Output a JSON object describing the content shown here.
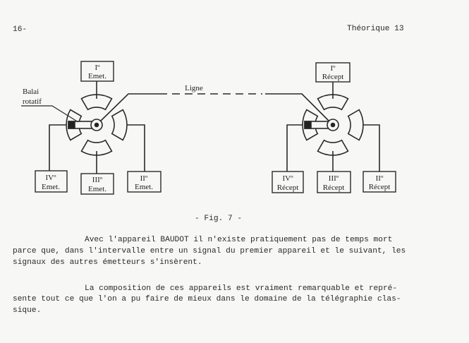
{
  "header": {
    "page_number": "16-",
    "section": "Théorique 13"
  },
  "figure": {
    "line_label": "Ligne",
    "brush_label": [
      "Balai",
      "rotatif"
    ],
    "emitters": [
      {
        "num": "Iº",
        "label": "Emet."
      },
      {
        "num": "IIº",
        "label": "Emet."
      },
      {
        "num": "IIIº",
        "label": "Emet."
      },
      {
        "num": "IVº",
        "label": "Emet."
      }
    ],
    "receivers": [
      {
        "num": "Iº",
        "label": "Récept"
      },
      {
        "num": "IIº",
        "label": "Récept"
      },
      {
        "num": "IIIº",
        "label": "Récept"
      },
      {
        "num": "IVº",
        "label": "Récept"
      }
    ],
    "caption": "- Fig. 7 -"
  },
  "body": {
    "paragraph1": [
      "Avec l'appareil BAUDOT il n'existe pratiquement pas de temps mort",
      "parce que, dans l'intervalle entre un signal du premier appareil et le suivant, les",
      "signaux des autres émetteurs s'insèrent."
    ],
    "paragraph2": [
      "La composition de ces appareils est vraiment remarquable et repré-",
      "sente tout ce que l'on a pu faire de mieux dans le domaine de la télégraphie clas-",
      "sique."
    ]
  }
}
